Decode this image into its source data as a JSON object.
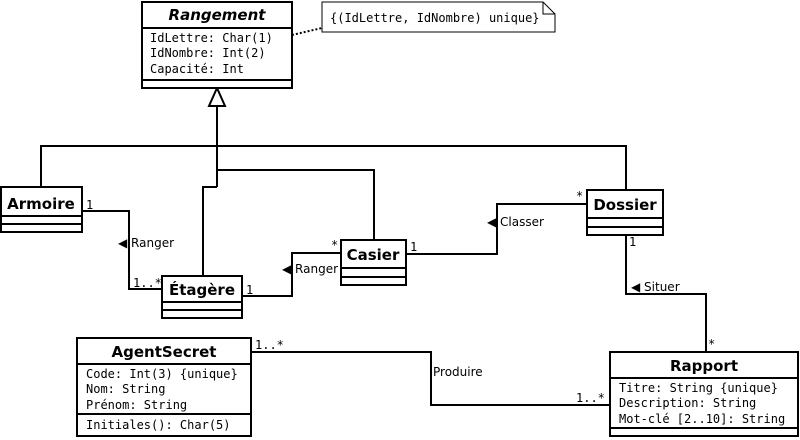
{
  "classes": {
    "rangement": {
      "name": "Rangement",
      "attributes": [
        "IdLettre: Char(1)",
        "IdNombre: Int(2)",
        "Capacité: Int"
      ],
      "note": "{(IdLettre, IdNombre) unique}"
    },
    "armoire": {
      "name": "Armoire"
    },
    "etagere": {
      "name": "Étagère"
    },
    "casier": {
      "name": "Casier"
    },
    "dossier": {
      "name": "Dossier"
    },
    "agent": {
      "name": "AgentSecret",
      "attributes": [
        "Code: Int(3) {unique}",
        "Nom: String",
        "Prénom: String"
      ],
      "operations": [
        "Initiales(): Char(5)"
      ]
    },
    "rapport": {
      "name": "Rapport",
      "attributes": [
        "Titre: String {unique}",
        "Description: String",
        "Mot-clé [2..10]: String"
      ]
    }
  },
  "associations": {
    "armoire_etagere": {
      "label": "◀ Ranger",
      "mult_armoire": "1",
      "mult_etagere": "1..*"
    },
    "etagere_casier": {
      "label": "◀ Ranger",
      "mult_etagere": "1",
      "mult_casier": "*"
    },
    "casier_dossier": {
      "label": "◀ Classer",
      "mult_casier": "1",
      "mult_dossier": "*"
    },
    "dossier_rapport": {
      "label": "◀ Situer",
      "mult_dossier": "1",
      "mult_rapport": "*"
    },
    "agent_rapport": {
      "label": "Produire",
      "mult_agent": "1..*",
      "mult_rapport": "1..*"
    }
  }
}
